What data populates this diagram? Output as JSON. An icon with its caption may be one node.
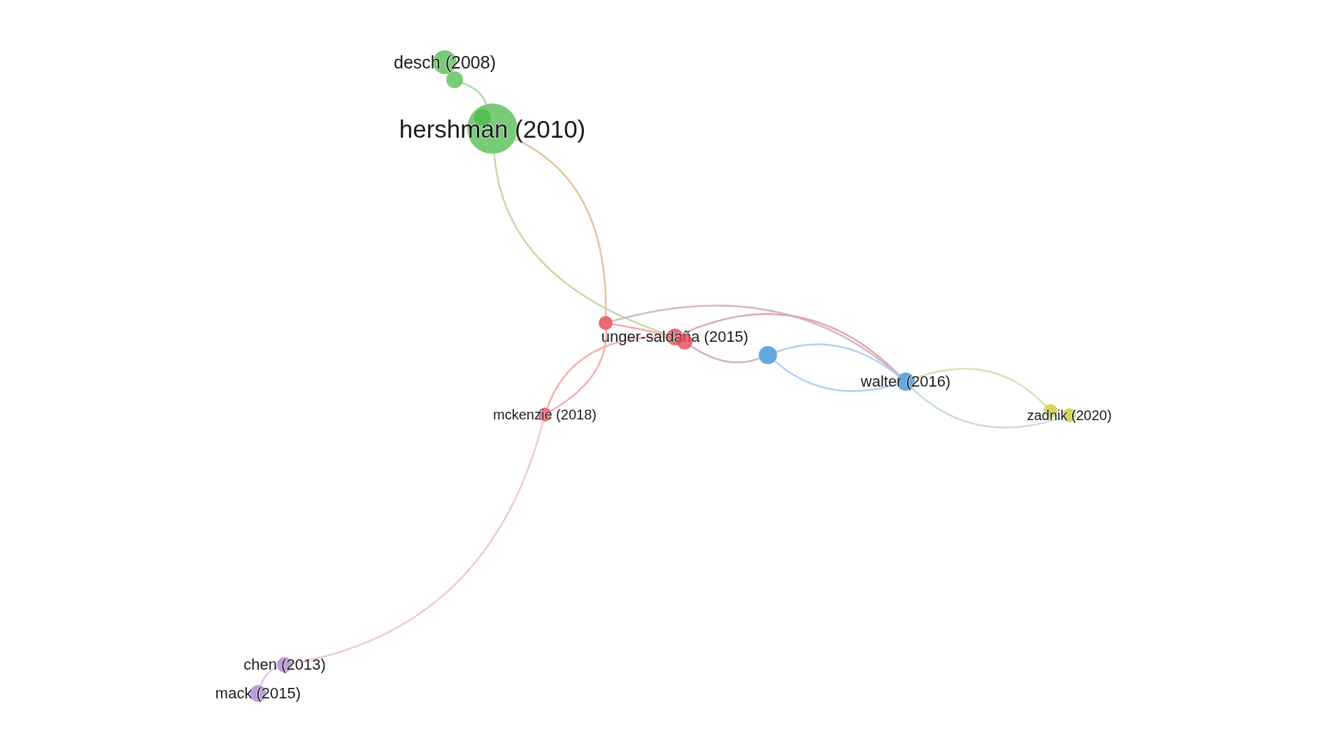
{
  "diagram": {
    "nodes": [
      {
        "text": [
          "desch (2008)"
        ]
      },
      {
        "text": [],
        "shape": "circle"
      },
      {
        "text": [
          "hershman (2010)"
        ]
      },
      {
        "text": [],
        "shape": "circle",
        "in": 2
      },
      {
        "text": [],
        "shape": "circle"
      },
      {
        "text": [
          "unger-saldaña (2015)"
        ]
      },
      {
        "text": [],
        "shape": "circle"
      },
      {
        "text": [],
        "shape": "circle"
      },
      {
        "text": [
          "walter (2016)"
        ]
      },
      {
        "text": [],
        "shape": "circle"
      },
      {
        "text": [
          "mckenzie (2018)"
        ]
      },
      {
        "text": [
          "zadnik (2020)"
        ]
      },
      {
        "text": [
          "chen (2013)"
        ]
      },
      {
        "text": [
          "mack (2015)"
        ]
      }
    ],
    "edges": [
      {
        "from": 1,
        "to": 2,
        "arrow": "none",
        "color": "#a6dca0"
      },
      {
        "from": 2,
        "to": 5,
        "arrow": "none",
        "color": "#c8d8a0"
      },
      {
        "from": 2,
        "to": 4,
        "arrow": "none",
        "color": "#e4c29a"
      },
      {
        "from": 4,
        "to": 5,
        "arrow": "none",
        "color": "#f2a4a4"
      },
      {
        "from": 4,
        "to": 10,
        "arrow": "none",
        "color": "#f6adad"
      },
      {
        "from": 10,
        "to": 5,
        "arrow": "none",
        "color": "#f6adad"
      },
      {
        "from": 4,
        "to": 8,
        "arrow": "none",
        "color": "#d2b8c8"
      },
      {
        "from": 5,
        "to": 8,
        "arrow": "none",
        "color": "#dca6b6"
      },
      {
        "from": 6,
        "to": 7,
        "arrow": "none",
        "color": "#cfb2c4"
      },
      {
        "from": 7,
        "to": 8,
        "arrow": "none",
        "color": "#aed0f0"
      },
      {
        "from": 7,
        "to": 8,
        "arrow": "none",
        "color": "#aed0f0"
      },
      {
        "from": 8,
        "to": 9,
        "arrow": "none",
        "color": "#d8e2b0"
      },
      {
        "from": 8,
        "to": 11,
        "arrow": "none",
        "color": "#c6dcd8"
      },
      {
        "from": 10,
        "to": 12,
        "arrow": "none",
        "color": "#eec6e2"
      },
      {
        "from": 12,
        "to": 13,
        "arrow": "none",
        "color": "#dcc8f2"
      }
    ]
  }
}
